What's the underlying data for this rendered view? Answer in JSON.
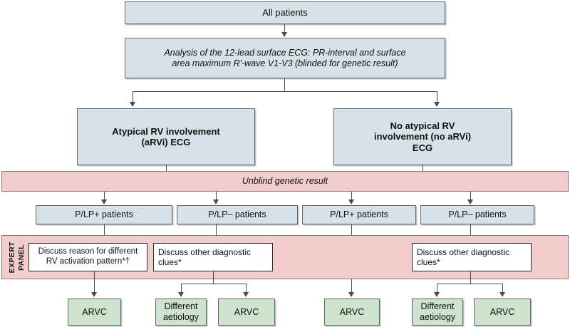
{
  "figure": {
    "type": "clinical-decision-flowchart",
    "colors": {
      "blue_fill": "#d6e2e7",
      "green_fill": "#cde3cd",
      "pink_fill": "#f1cecb",
      "white_fill": "#ffffff",
      "border": "#5d6a6f",
      "arrow": "#4a4a4a"
    }
  },
  "nodes": {
    "all_patients": "All patients",
    "ecg_analysis": "Analysis of the 12-lead surface ECG: PR-interval and surface\narea maximum R'-wave V1-V3 (blinded for genetic result)",
    "arvi_ecg": "Atypical RV involvement\n(aRVi) ECG",
    "no_arvi_ecg": "No atypical RV\ninvolvement (no aRVi)\nECG",
    "unblind": "Unblind genetic result",
    "plp_1": "P/LP+ patients",
    "plp_2": "P/LP– patients",
    "plp_3": "P/LP+ patients",
    "plp_4": "P/LP– patients",
    "discuss_rv": "Discuss reason for different\nRV activation pattern*†",
    "discuss_clues_left": "Discuss other diagnostic\nclues*",
    "discuss_clues_right": "Discuss other diagnostic\nclues*",
    "expert_panel_line1": "EXPERT",
    "expert_panel_line2": "PANEL",
    "outcome_1": "ARVC",
    "outcome_2": "Different\naetiology",
    "outcome_3": "ARVC",
    "outcome_4": "ARVC",
    "outcome_5": "Different\naetiology",
    "outcome_6": "ARVC"
  }
}
